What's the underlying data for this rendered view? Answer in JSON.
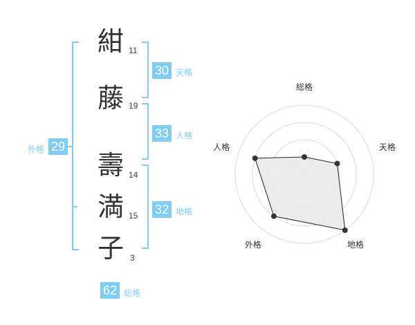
{
  "name_chars": [
    {
      "char": "紺",
      "strokes": "11"
    },
    {
      "char": "藤",
      "strokes": "19"
    },
    {
      "char": "壽",
      "strokes": "14"
    },
    {
      "char": "満",
      "strokes": "15"
    },
    {
      "char": "子",
      "strokes": "3"
    }
  ],
  "fortunes": {
    "tenkaku": {
      "value": "30",
      "label": "天格"
    },
    "jinkaku": {
      "value": "33",
      "label": "人格"
    },
    "chikaku": {
      "value": "32",
      "label": "地格"
    },
    "gaikaku": {
      "value": "29",
      "label": "外格"
    },
    "soukaku": {
      "value": "62",
      "label": "総格"
    }
  },
  "colors": {
    "accent": "#7fcdf3",
    "text": "#333333",
    "grid": "#d9d9d9",
    "fill": "#e9e9e9"
  },
  "chart_data": {
    "type": "radar",
    "axes": [
      "総格",
      "天格",
      "地格",
      "外格",
      "人格"
    ],
    "values": [
      1,
      2,
      4,
      3,
      3
    ],
    "rmax": 4
  }
}
